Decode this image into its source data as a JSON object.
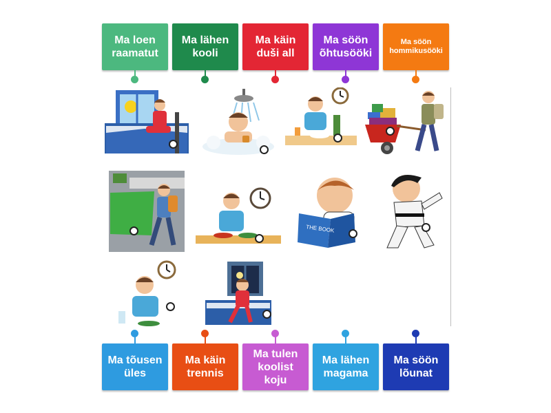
{
  "top_labels": [
    {
      "text": "Ma loen raamatut",
      "color": "#4CB87F"
    },
    {
      "text": "Ma lähen kooli",
      "color": "#1F8A4C"
    },
    {
      "text": "Ma käin duši all",
      "color": "#E32634"
    },
    {
      "text": "Ma söön õhtusööki",
      "color": "#8E36D6"
    },
    {
      "text": "Ma söön hommikusööki",
      "color": "#F47A12"
    }
  ],
  "bottom_labels": [
    {
      "text": "Ma tõusen üles",
      "color": "#2E9BE0"
    },
    {
      "text": "Ma käin trennis",
      "color": "#E84E14"
    },
    {
      "text": "Ma tulen koolist koju",
      "color": "#C75BD2"
    },
    {
      "text": "Ma lähen magama",
      "color": "#2FA3E0"
    },
    {
      "text": "Ma söön lõunat",
      "color": "#1E3BB3"
    }
  ],
  "pictures": [
    {
      "icon": "boy-waking-up-in-bed-icon"
    },
    {
      "icon": "boy-showering-icon"
    },
    {
      "icon": "boy-eating-with-clock-icon"
    },
    {
      "icon": "boy-pulling-cart-of-books-icon"
    },
    {
      "icon": "boy-walking-to-school-icon"
    },
    {
      "icon": "boy-eating-at-table-icon"
    },
    {
      "icon": "boy-reading-book-icon"
    },
    {
      "icon": "karate-kid-icon"
    },
    {
      "icon": "boy-eating-meal-icon"
    },
    {
      "icon": "boy-sitting-on-bed-at-night-icon"
    }
  ],
  "book_title": "THE BOOK"
}
